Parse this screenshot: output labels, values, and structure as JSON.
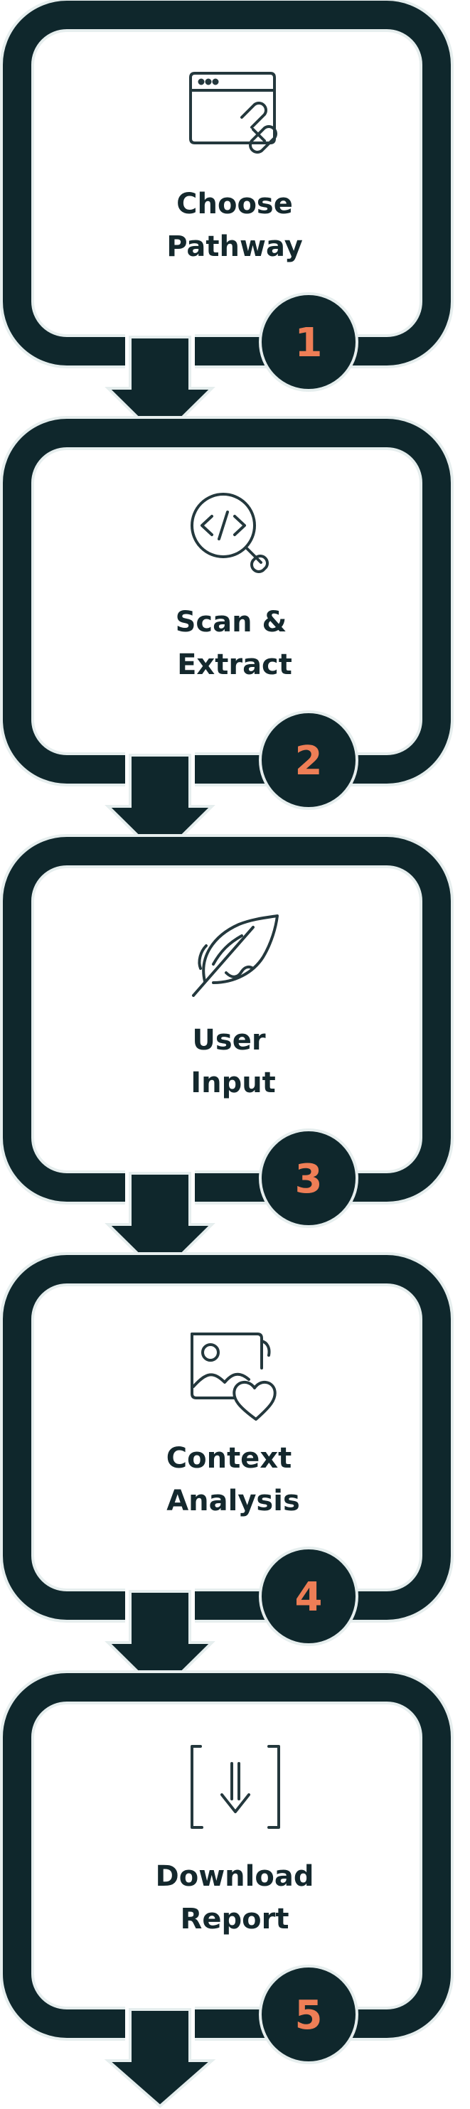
{
  "colors": {
    "frame": "#0f272c",
    "frame_highlight": "#e6eeee",
    "badge": "#0f272c",
    "number": "#ee7e56",
    "label": "#14282d",
    "icon": "#24383d"
  },
  "steps": [
    {
      "number": "1",
      "line1": "Choose",
      "line2": "Pathway",
      "icon": "browser-link-icon"
    },
    {
      "number": "2",
      "line1": "Scan &",
      "line2": "Extract",
      "icon": "code-search-icon"
    },
    {
      "number": "3",
      "line1": "User",
      "line2": "Input",
      "icon": "feather-quill-icon"
    },
    {
      "number": "4",
      "line1": "Context",
      "line2": "Analysis",
      "icon": "image-heart-icon"
    },
    {
      "number": "5",
      "line1": "Download",
      "line2": "Report",
      "icon": "download-icon"
    }
  ]
}
